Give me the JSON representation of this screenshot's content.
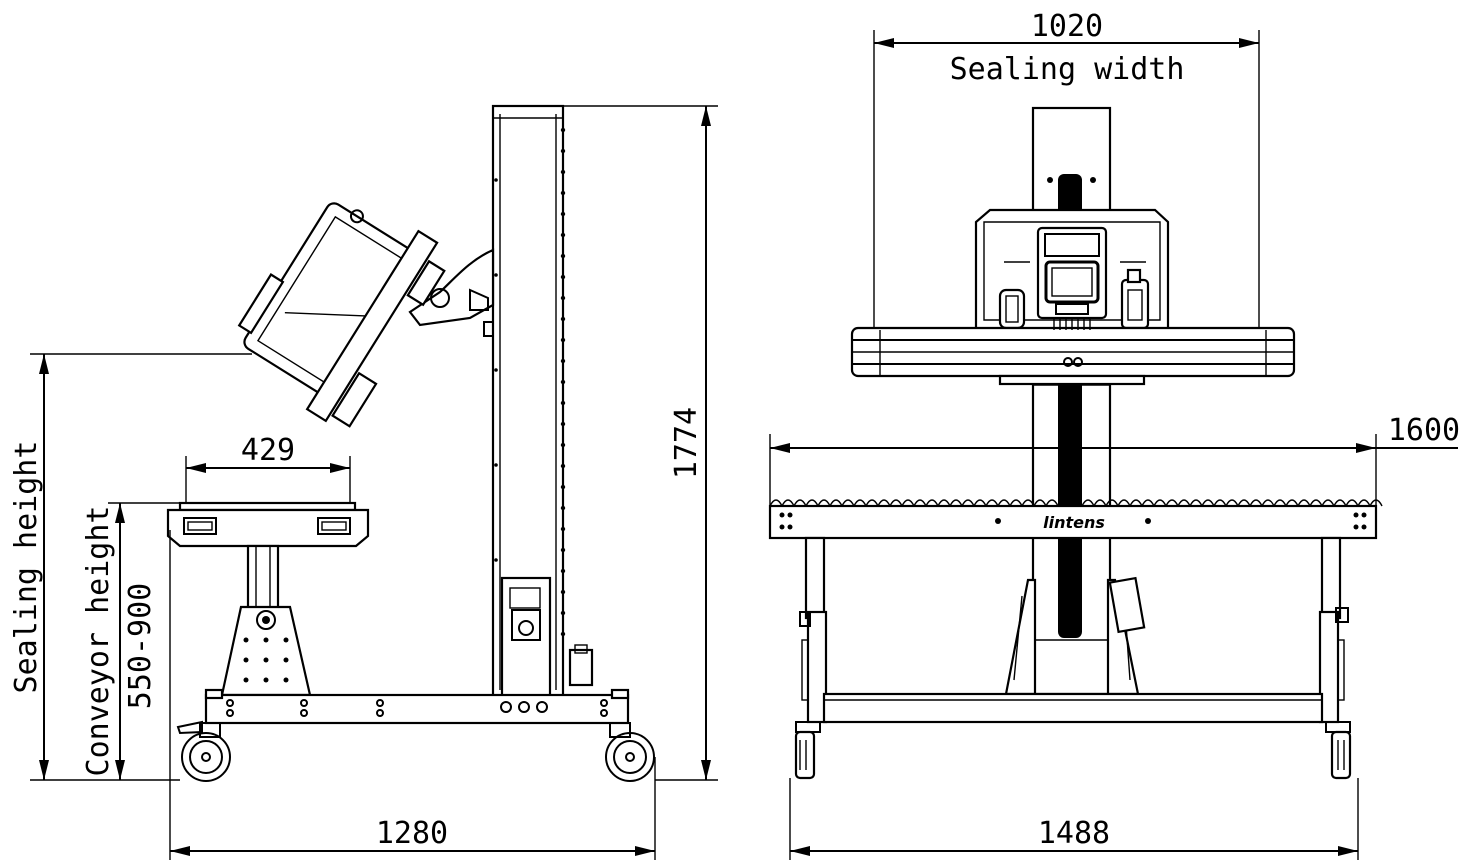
{
  "dimensions": {
    "sealing_width_value": "1020",
    "sealing_width_label": "Sealing width",
    "total_height_value": "1774",
    "conveyor_width_value": "429",
    "side_length_value": "1280",
    "conveyor_length_value": "1600",
    "front_width_value": "1488",
    "conveyor_height_label": "Conveyor height",
    "conveyor_height_range": "550-900",
    "sealing_height_label": "Sealing height"
  },
  "brand": {
    "logo_text": "lintens"
  }
}
